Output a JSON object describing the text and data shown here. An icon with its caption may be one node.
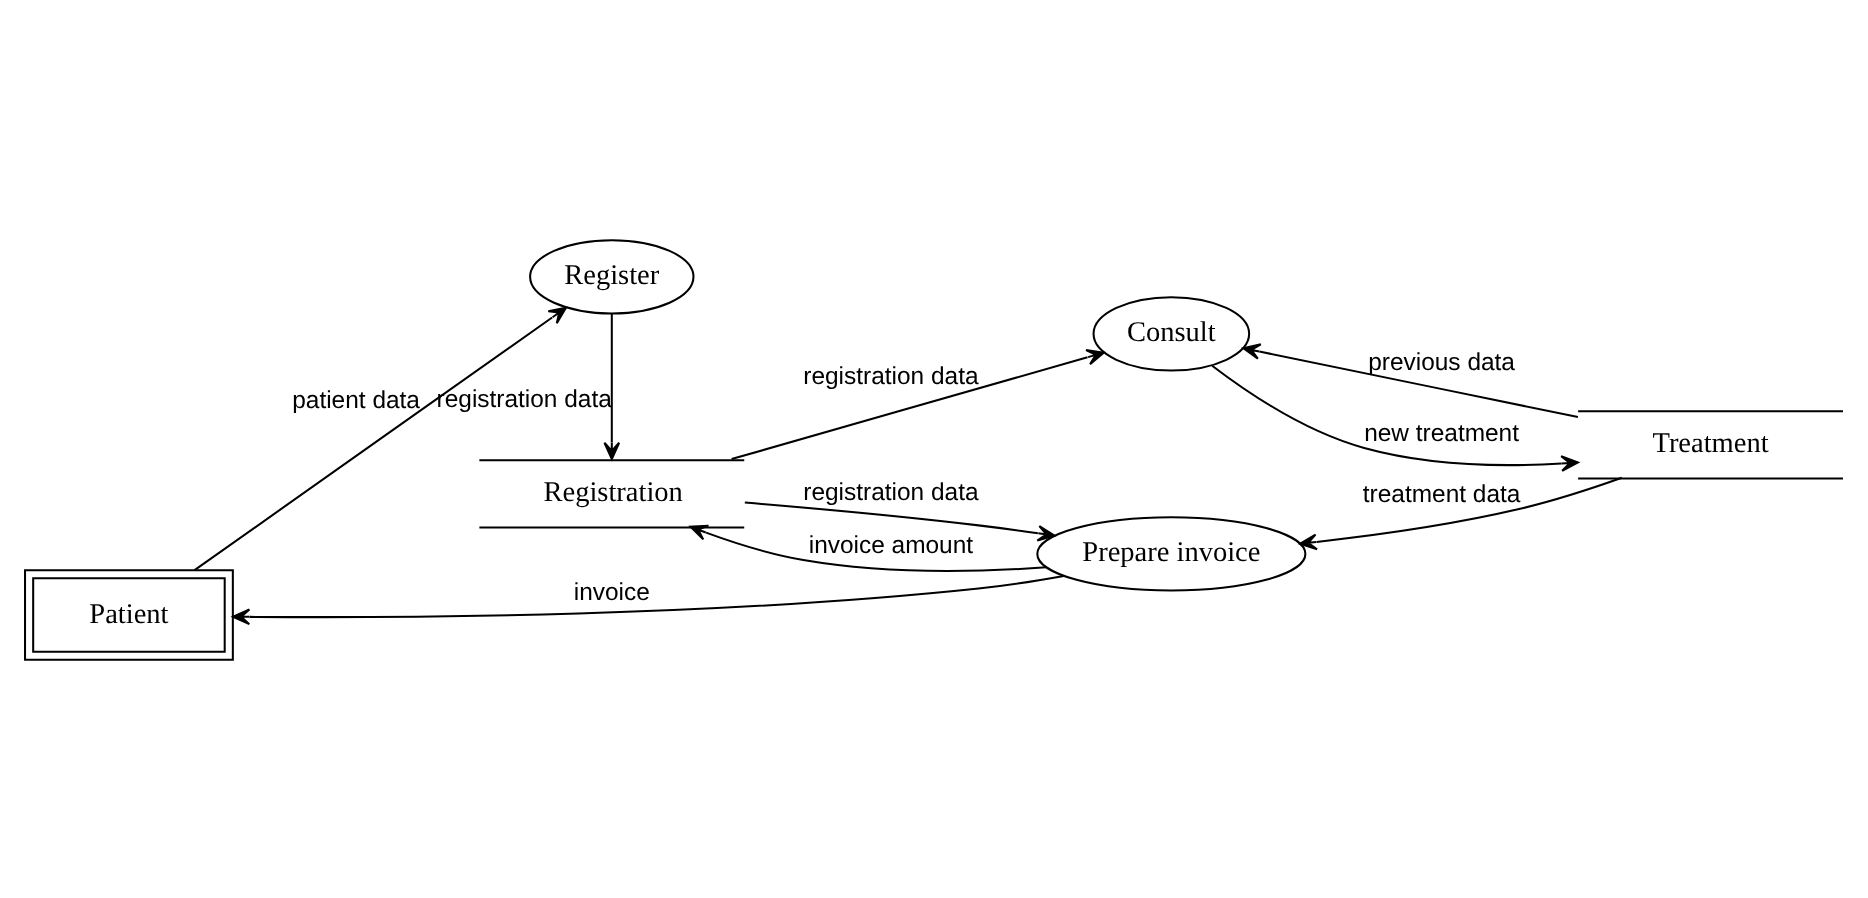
{
  "diagram": {
    "nodes": [
      {
        "text": [
          "Patient"
        ]
      },
      {
        "text": [
          "Register"
        ]
      },
      {
        "text": [
          "Consult"
        ]
      },
      {
        "text": [
          "Registration"
        ]
      },
      {
        "text": [
          "Treatment"
        ]
      },
      {
        "text": [
          "Prepare invoice"
        ]
      }
    ],
    "edges": [
      {
        "from": 0,
        "to": 1,
        "arrow": "to",
        "label": "patient data"
      },
      {
        "from": 1,
        "to": 3,
        "arrow": "to",
        "label": "registration data"
      },
      {
        "from": 3,
        "to": 2,
        "arrow": "to",
        "label": "registration data"
      },
      {
        "from": 4,
        "to": 2,
        "arrow": "to",
        "label": "previous data"
      },
      {
        "from": 2,
        "to": 4,
        "arrow": "to",
        "label": "new treatment"
      },
      {
        "from": 3,
        "to": 5,
        "arrow": "to",
        "label": "registration data"
      },
      {
        "from": 5,
        "to": 3,
        "arrow": "to",
        "label": "invoice amount"
      },
      {
        "from": 4,
        "to": 5,
        "arrow": "to",
        "label": "treatment data"
      },
      {
        "from": 5,
        "to": 0,
        "arrow": "to",
        "label": "invoice"
      }
    ]
  }
}
